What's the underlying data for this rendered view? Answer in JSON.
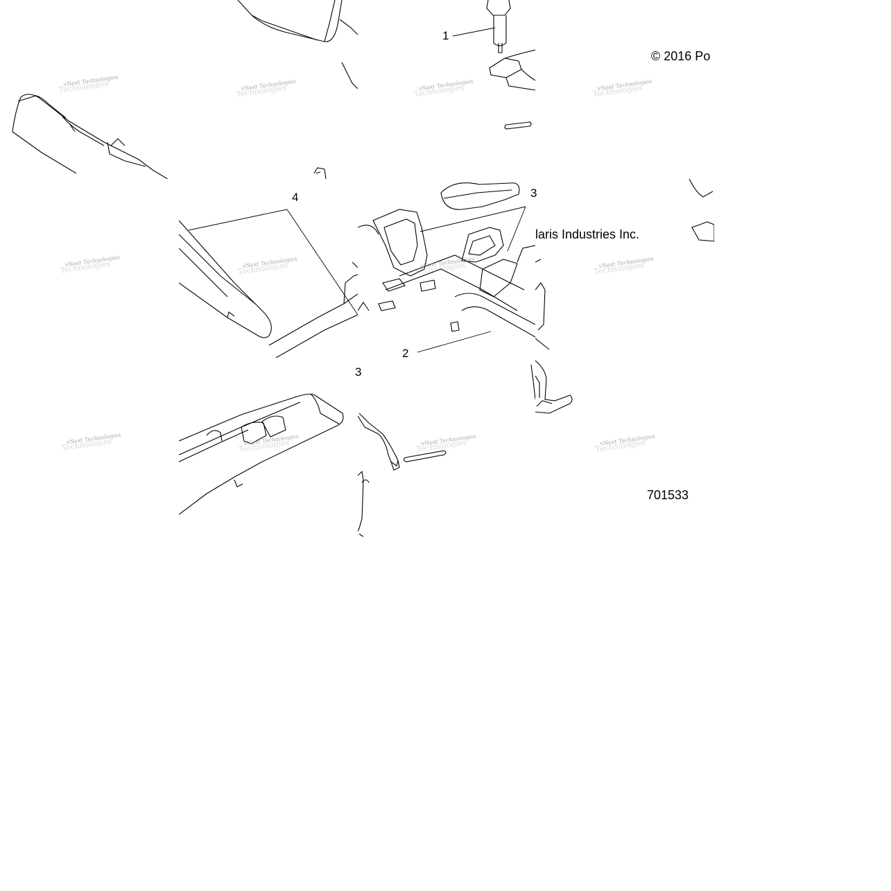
{
  "copyright": "© 2016 Po",
  "copyright_tail": "laris Industries Inc.",
  "part_number": "701533",
  "callouts": {
    "c1": "1",
    "c2": "2",
    "c3_right": "3",
    "c3_left": "3",
    "c4": "4"
  },
  "watermark": {
    "line1": "vNext Technologies",
    "line2": "Technologies"
  }
}
